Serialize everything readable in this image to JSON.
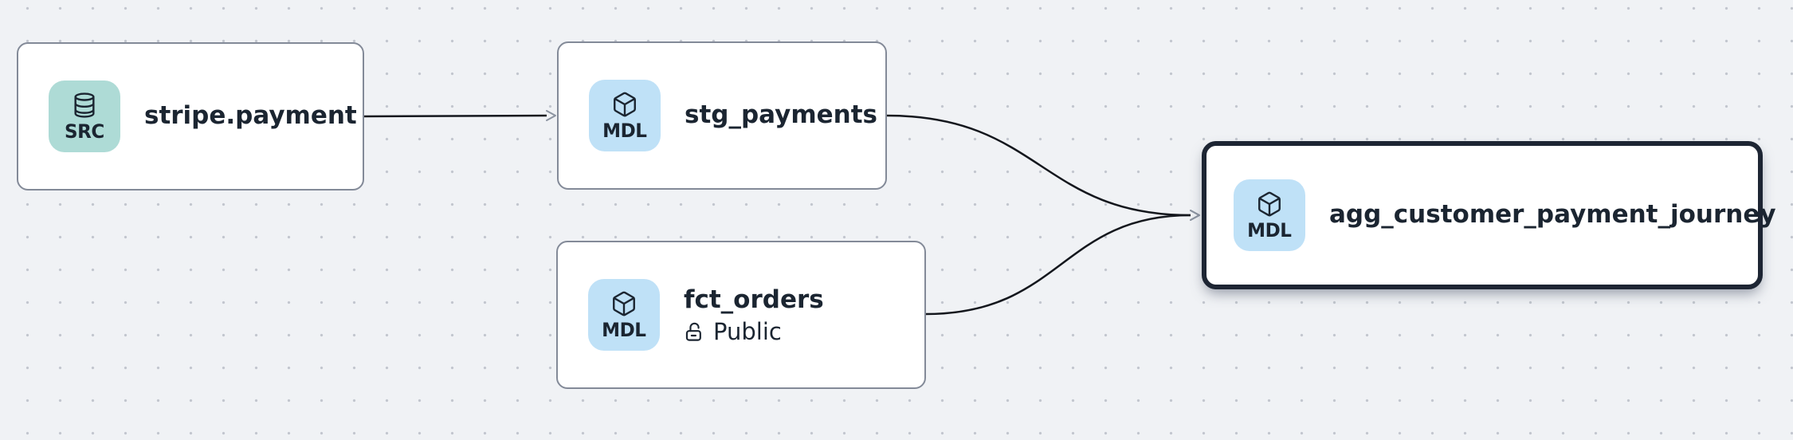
{
  "app": {
    "view": "lineage-graph-canvas"
  },
  "nodes": [
    {
      "title": "stripe.payment",
      "badge": "SRC",
      "icon": "database-icon",
      "selected": false
    },
    {
      "title": "stg_payments",
      "badge": "MDL",
      "icon": "cube-icon",
      "selected": false
    },
    {
      "title": "fct_orders",
      "badge": "MDL",
      "icon": "cube-icon",
      "access": "Public",
      "access_icon": "lock-open-icon",
      "selected": false
    },
    {
      "title": "agg_customer_payment_journey",
      "badge": "MDL",
      "icon": "cube-icon",
      "selected": true
    }
  ],
  "edges": [
    {
      "from": "stripe.payment",
      "to": "stg_payments"
    },
    {
      "from": "stg_payments",
      "to": "agg_customer_payment_journey"
    },
    {
      "from": "fct_orders",
      "to": "agg_customer_payment_journey"
    }
  ],
  "colors": {
    "background": "#f0f2f5",
    "grid_dot": "#c2c6ce",
    "node_background": "#ffffff",
    "node_border": "#838a98",
    "selected_node_border": "#1d2533",
    "edge_line": "#14171d",
    "arrowhead": "#8b93a0",
    "text": "#1b2531",
    "src_badge_background": "#aedbd6",
    "mdl_badge_background": "#bfe1f7"
  }
}
